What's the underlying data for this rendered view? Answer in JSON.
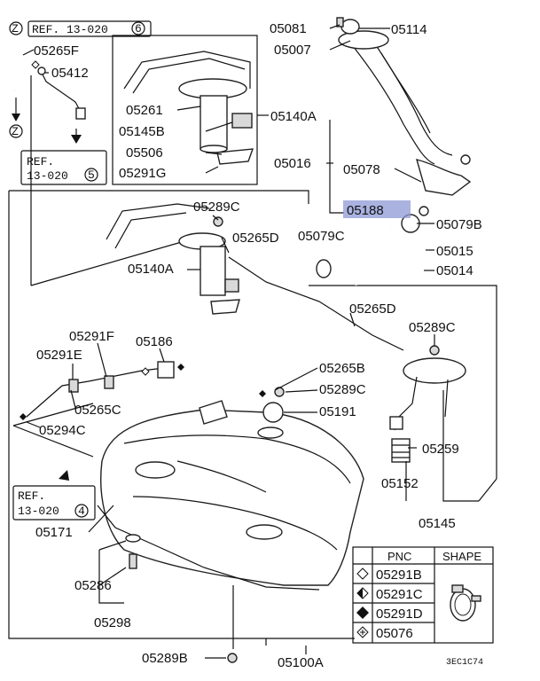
{
  "diagram_code": "3EC1C74",
  "refs": {
    "ref_13_020_6": "REF. 13-020",
    "ref_13_020_6_num": "6",
    "ref_left_line1": "REF.",
    "ref_left_line2": "13-020",
    "ref_left_num": "5",
    "ref_lower_line1": "REF.",
    "ref_lower_line2": "13-020",
    "ref_lower_num": "4",
    "z_marker": "Z"
  },
  "labels": {
    "p05265F": "05265F",
    "p05412": "05412",
    "p05261": "05261",
    "p05145B": "05145B",
    "p05506": "05506",
    "p05291G": "05291G",
    "p05140A_top": "05140A",
    "p05081": "05081",
    "p05114": "05114",
    "p05007": "05007",
    "p05016": "05016",
    "p05078": "05078",
    "p05188": "05188",
    "p05079B": "05079B",
    "p05079C": "05079C",
    "p05015": "05015",
    "p05014": "05014",
    "p05289C_a": "05289C",
    "p05265D_a": "05265D",
    "p05140A": "05140A",
    "p05265D_b": "05265D",
    "p05289C_b": "05289C",
    "p05291F": "05291F",
    "p05186": "05186",
    "p05291E": "05291E",
    "p05265B": "05265B",
    "p05289C_c": "05289C",
    "p05265C": "05265C",
    "p05191": "05191",
    "p05294C": "05294C",
    "p05259": "05259",
    "p05152": "05152",
    "p05145": "05145",
    "p05171": "05171",
    "p05286": "05286",
    "p05298": "05298",
    "p05289B": "05289B",
    "p05100A": "05100A"
  },
  "legend": {
    "header_pnc": "PNC",
    "header_shape": "SHAPE",
    "rows": [
      {
        "symbol": "diamond-outline",
        "pnc": "05291B"
      },
      {
        "symbol": "diamond-half",
        "pnc": "05291C"
      },
      {
        "symbol": "diamond-solid",
        "pnc": "05291D"
      },
      {
        "symbol": "diamond-pattern",
        "pnc": "05076"
      }
    ],
    "shape_icon": "hose-clamp-icon"
  },
  "colors": {
    "highlight": "#8e9ad6",
    "line": "#111111"
  }
}
